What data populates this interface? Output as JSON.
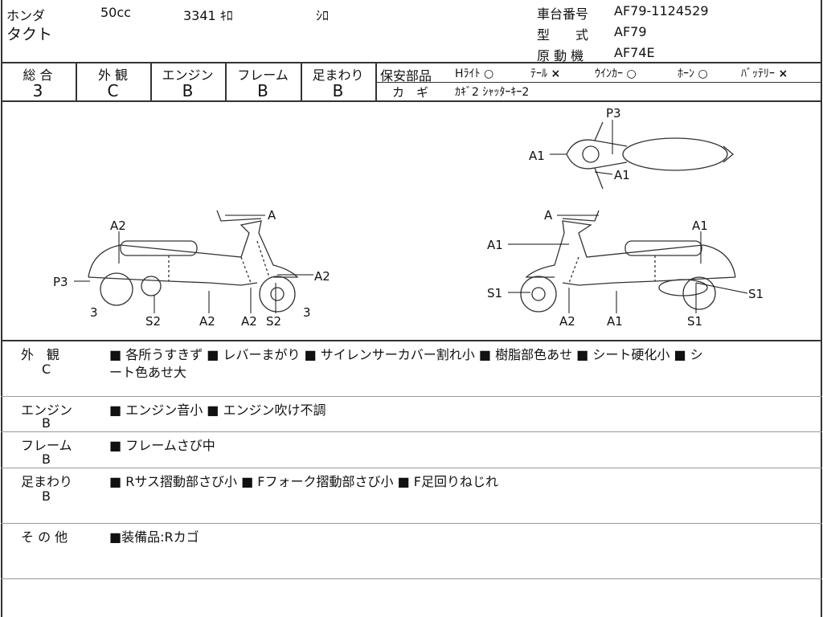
{
  "header": {
    "maker": "ホンダ",
    "displacement": "50cc",
    "mileage": "3341 ｷﾛ",
    "color": "ｼﾛ",
    "model_name": "タクト",
    "frame_no_label": "車台番号",
    "frame_no": "AF79-1124529",
    "type_label": "型　　式",
    "type": "AF79",
    "engine_label": "原 動 機",
    "engine": "AF74E"
  },
  "scores": [
    {
      "label": "総 合",
      "value": "3"
    },
    {
      "label": "外 観",
      "value": "C"
    },
    {
      "label": "エンジン",
      "value": "B"
    },
    {
      "label": "フレーム",
      "value": "B"
    },
    {
      "label": "足まわり",
      "value": "B"
    }
  ],
  "safety": {
    "label": "保安部品",
    "items": [
      {
        "name": "Hﾗｲﾄ",
        "mark": "○"
      },
      {
        "name": "ﾃｰﾙ",
        "mark": "×"
      },
      {
        "name": "ｳｲﾝｶｰ",
        "mark": "○"
      },
      {
        "name": "ﾎｰﾝ",
        "mark": "○"
      },
      {
        "name": "ﾊﾞｯﾃﾘｰ",
        "mark": "×"
      }
    ],
    "key_label": "カ　ギ",
    "key_value": "ｶｷﾞ2 ｼｬｯﾀｰｷｰ2"
  },
  "diagram": {
    "top_view": [
      "P3",
      "A1",
      "A1"
    ],
    "left_view": [
      "A2",
      "A",
      "P3",
      "A2",
      "3",
      "S2",
      "A2",
      "A2",
      "S2",
      "3"
    ],
    "right_view": [
      "A",
      "A1",
      "A1",
      "S1",
      "S1",
      "A2",
      "A1",
      "S1"
    ]
  },
  "sections": [
    {
      "label": "外　観",
      "grade": "C",
      "text": "■ 各所うすきず ■ レバーまがり ■ サイレンサーカバー割れ小 ■ 樹脂部色あせ ■ シート硬化小 ■ シ",
      "text2": "ート色あせ大"
    },
    {
      "label": "エンジン",
      "grade": "B",
      "text": "■ エンジン音小 ■ エンジン吹け不調"
    },
    {
      "label": "フレーム",
      "grade": "B",
      "text": "■ フレームさび中"
    },
    {
      "label": "足まわり",
      "grade": "B",
      "text": "■ Rサス摺動部さび小 ■ Fフォーク摺動部さび小 ■ F足回りねじれ"
    },
    {
      "label": "そ の 他",
      "text": "■装備品:Rカゴ"
    }
  ]
}
